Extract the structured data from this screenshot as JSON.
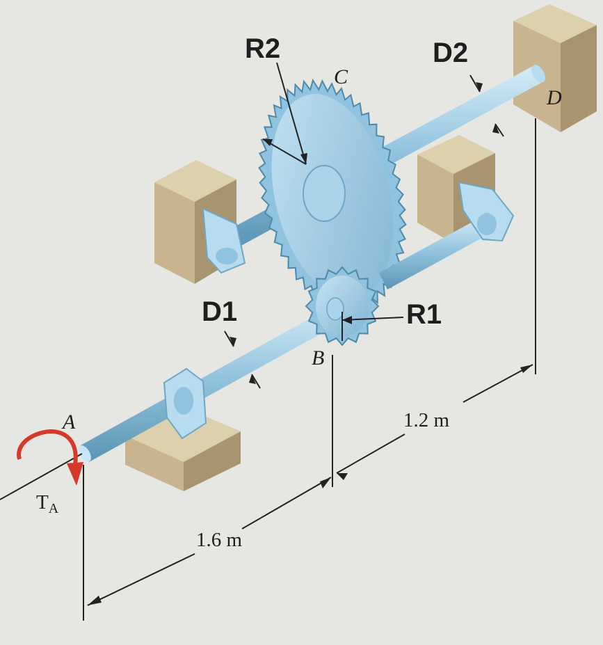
{
  "labels": {
    "R2": "R2",
    "D2": "D2",
    "C": "C",
    "D": "D",
    "D1": "D1",
    "R1": "R1",
    "B": "B",
    "A": "A",
    "T": "T",
    "T_sub": "A",
    "dim_bd": "1.2 m",
    "dim_ab": "1.6 m"
  },
  "colors": {
    "shaft": "#8fc3df",
    "gear": "#a6d2ea",
    "support": "#c9b58f",
    "torque_arrow": "#d33a2a",
    "dimension_line": "#222222"
  }
}
